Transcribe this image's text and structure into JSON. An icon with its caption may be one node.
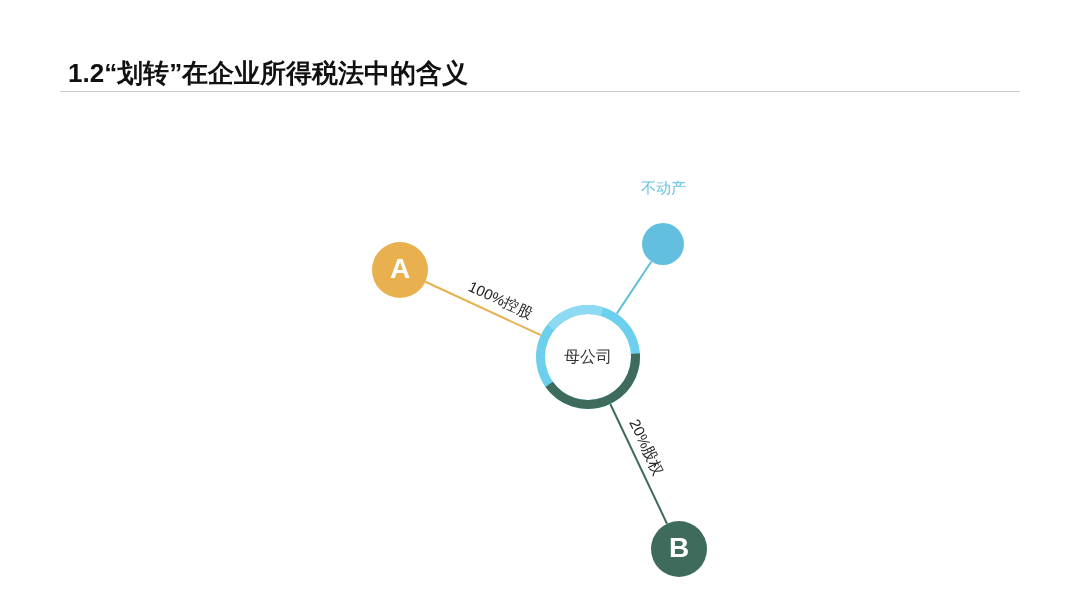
{
  "diagram": {
    "title": "1.2“划转”在企业所得税法中的含义",
    "nodes": [
      {
        "text": [
          "母公司"
        ]
      },
      {
        "text": [
          "A"
        ]
      },
      {
        "text": [
          "不动产"
        ]
      },
      {
        "text": [
          "B"
        ]
      }
    ],
    "edges": [
      {
        "from": 1,
        "to": 0,
        "arrow": "none",
        "label": "100%控股",
        "color": "#e8b04e"
      },
      {
        "from": 0,
        "to": 2,
        "arrow": "none",
        "color": "#62bfdd"
      },
      {
        "from": 0,
        "to": 3,
        "arrow": "none",
        "label": "20%股权",
        "color": "#3e6b5c"
      }
    ]
  }
}
